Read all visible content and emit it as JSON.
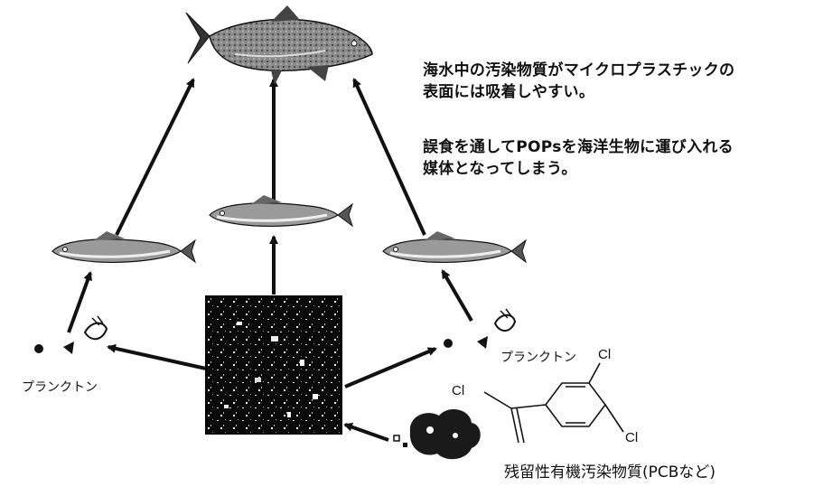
{
  "description": {
    "line1": "海水中の汚染物質がマイクロプラスチックの",
    "line2": "表面には吸着しやすい。",
    "line3": "誤食を通してPOPsを海洋生物に運び入れる",
    "line4": "媒体となってしまう。"
  },
  "plankton_left_label": "プランクトン",
  "plankton_right_label": "プランクトン",
  "pcb_label": "残留性有機汚染物質(PCBなど)",
  "chem": {
    "cl_1": "Cl",
    "cl_2": "Cl",
    "cl_3": "Cl"
  },
  "icons": [
    "large-fish-icon",
    "small-fish-icon",
    "plankton-icon",
    "microplastic-icon",
    "pollution-blob-icon",
    "pcb-structure-icon"
  ]
}
